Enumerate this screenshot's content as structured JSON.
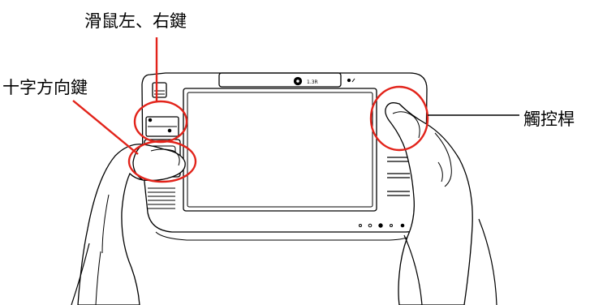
{
  "labels": {
    "mouse_buttons": "滑鼠左、右鍵",
    "dpad": "十字方向鍵",
    "pointing_stick": "觸控桿"
  },
  "device": {
    "top_label": "1.3R"
  },
  "colors": {
    "highlight": "#e2231a",
    "ink": "#000000"
  }
}
